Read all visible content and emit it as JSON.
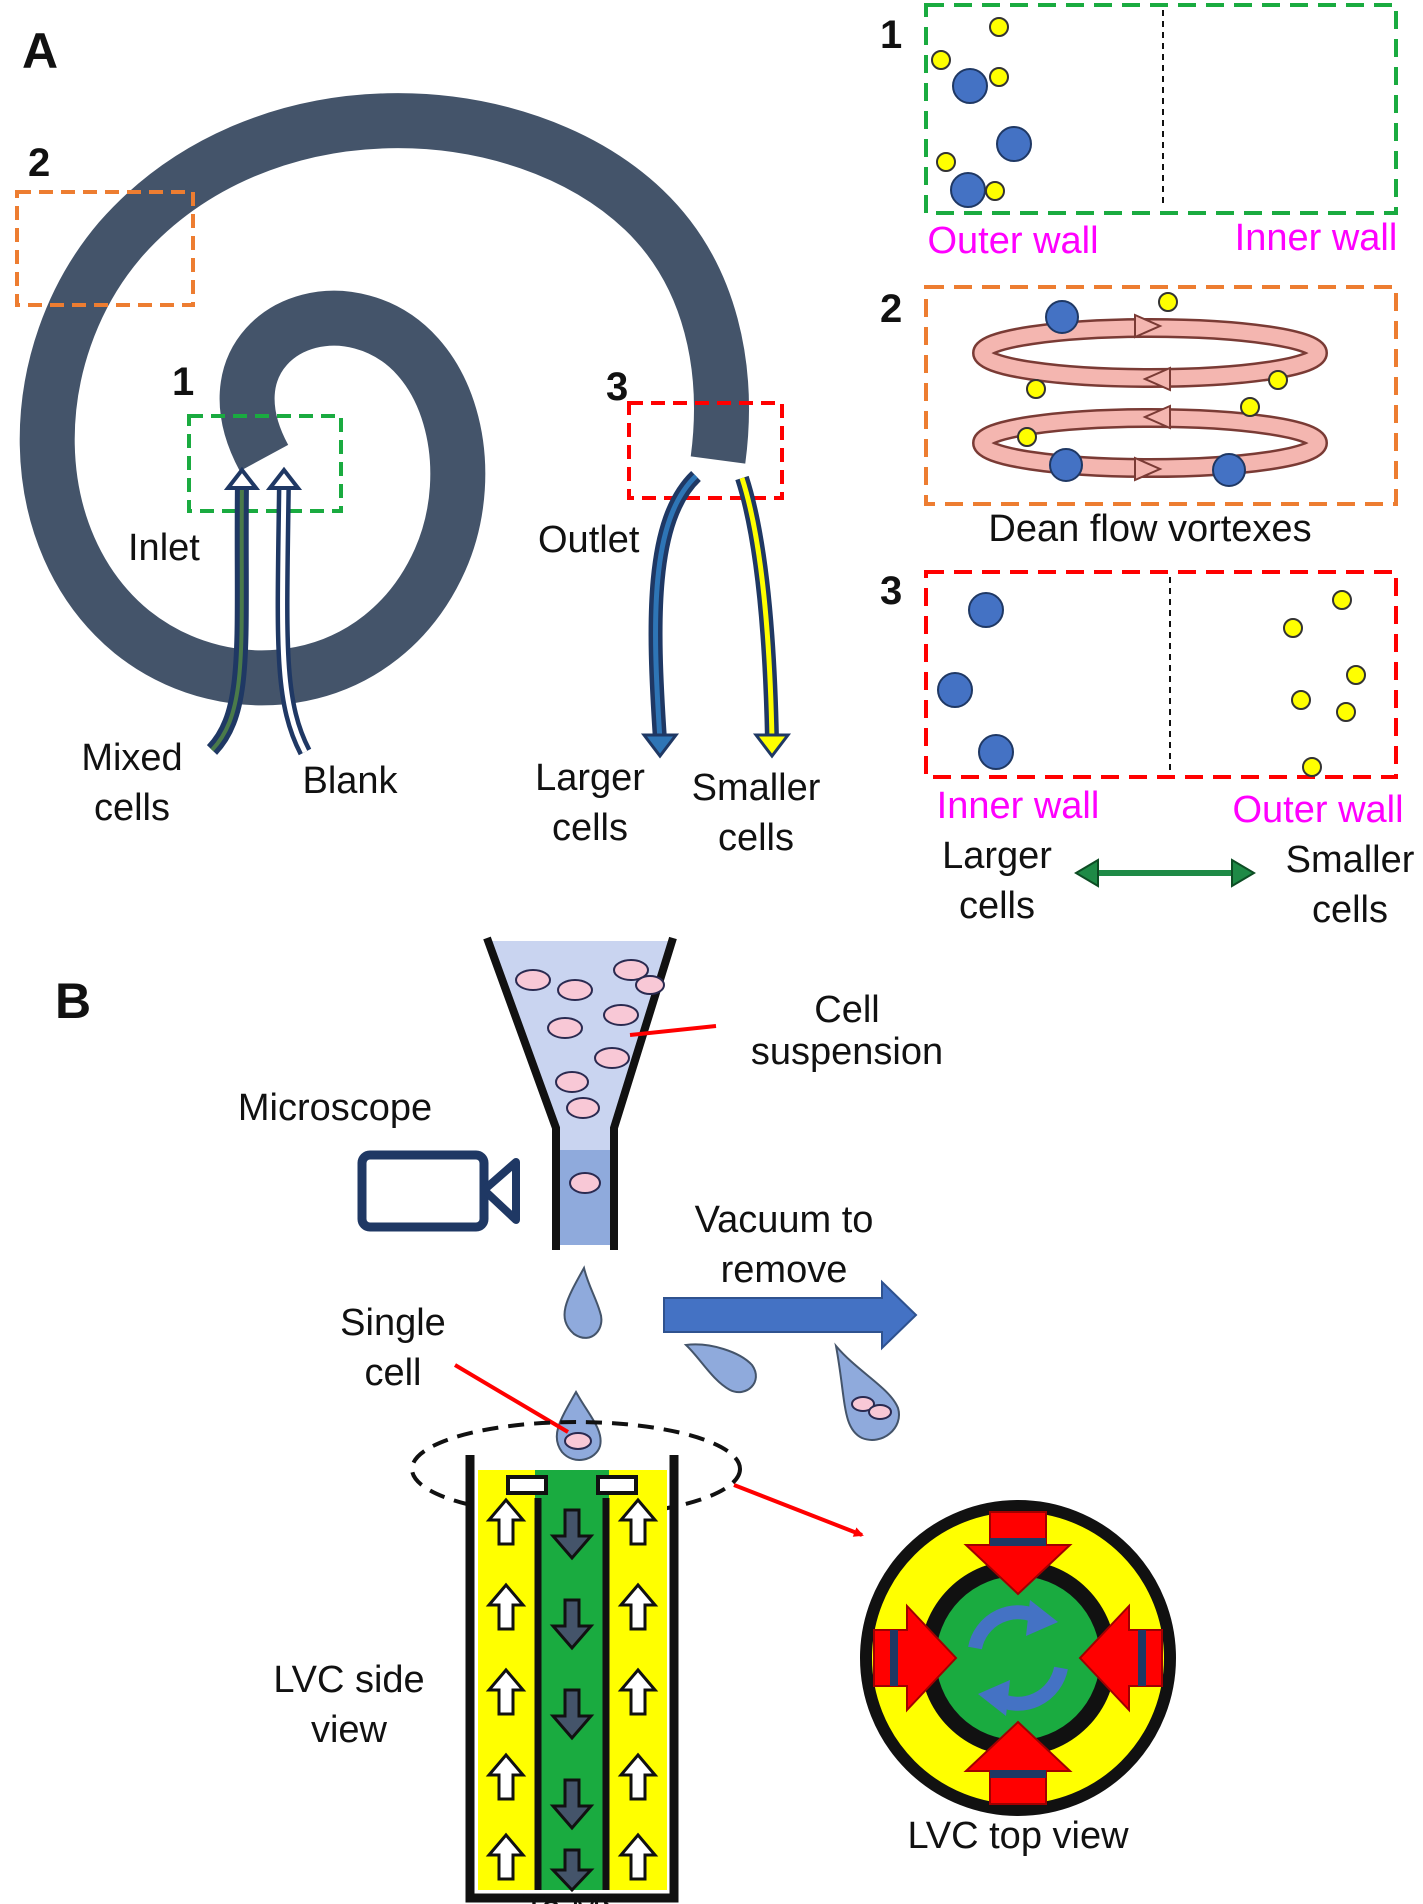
{
  "panel_a": {
    "letter": "A",
    "region_numbers": [
      "1",
      "2",
      "3"
    ],
    "inlet_label": "Inlet",
    "outlet_label": "Outlet",
    "mixed_cells": [
      "Mixed",
      "cells"
    ],
    "blank": "Blank",
    "larger_cells": [
      "Larger",
      "cells"
    ],
    "smaller_cells": [
      "Smaller",
      "cells"
    ],
    "zoom_numbers": [
      "1",
      "2",
      "3"
    ],
    "outer_wall": "Outer wall",
    "inner_wall": "Inner wall",
    "dean_flow": "Dean flow vortexes",
    "legend_larger": [
      "Larger",
      "cells"
    ],
    "legend_smaller": [
      "Smaller",
      "cells"
    ]
  },
  "panel_b": {
    "letter": "B",
    "cell_suspension": [
      "Cell",
      "suspension"
    ],
    "microscope": "Microscope",
    "vacuum": [
      "Vacuum to",
      "remove"
    ],
    "single_cell": [
      "Single",
      "cell"
    ],
    "lvc_side_view": [
      "LVC side",
      "view"
    ],
    "to_ms": "To MS",
    "lvc_top_view": "LVC top view"
  },
  "colors": {
    "channel": "#44546a",
    "box_1": "#1aab40",
    "box_2": "#ed7d31",
    "box_3": "#ff0000",
    "large_particle": "#4472c4",
    "small_particle": "#ffff00",
    "wall_label": "#ff00ff",
    "lvc_yellow": "#ffff00",
    "lvc_green": "#1aab40",
    "droplet": "#8faadc",
    "vortex": "#f4b6b0",
    "double_arrow": "#1e8a46"
  }
}
